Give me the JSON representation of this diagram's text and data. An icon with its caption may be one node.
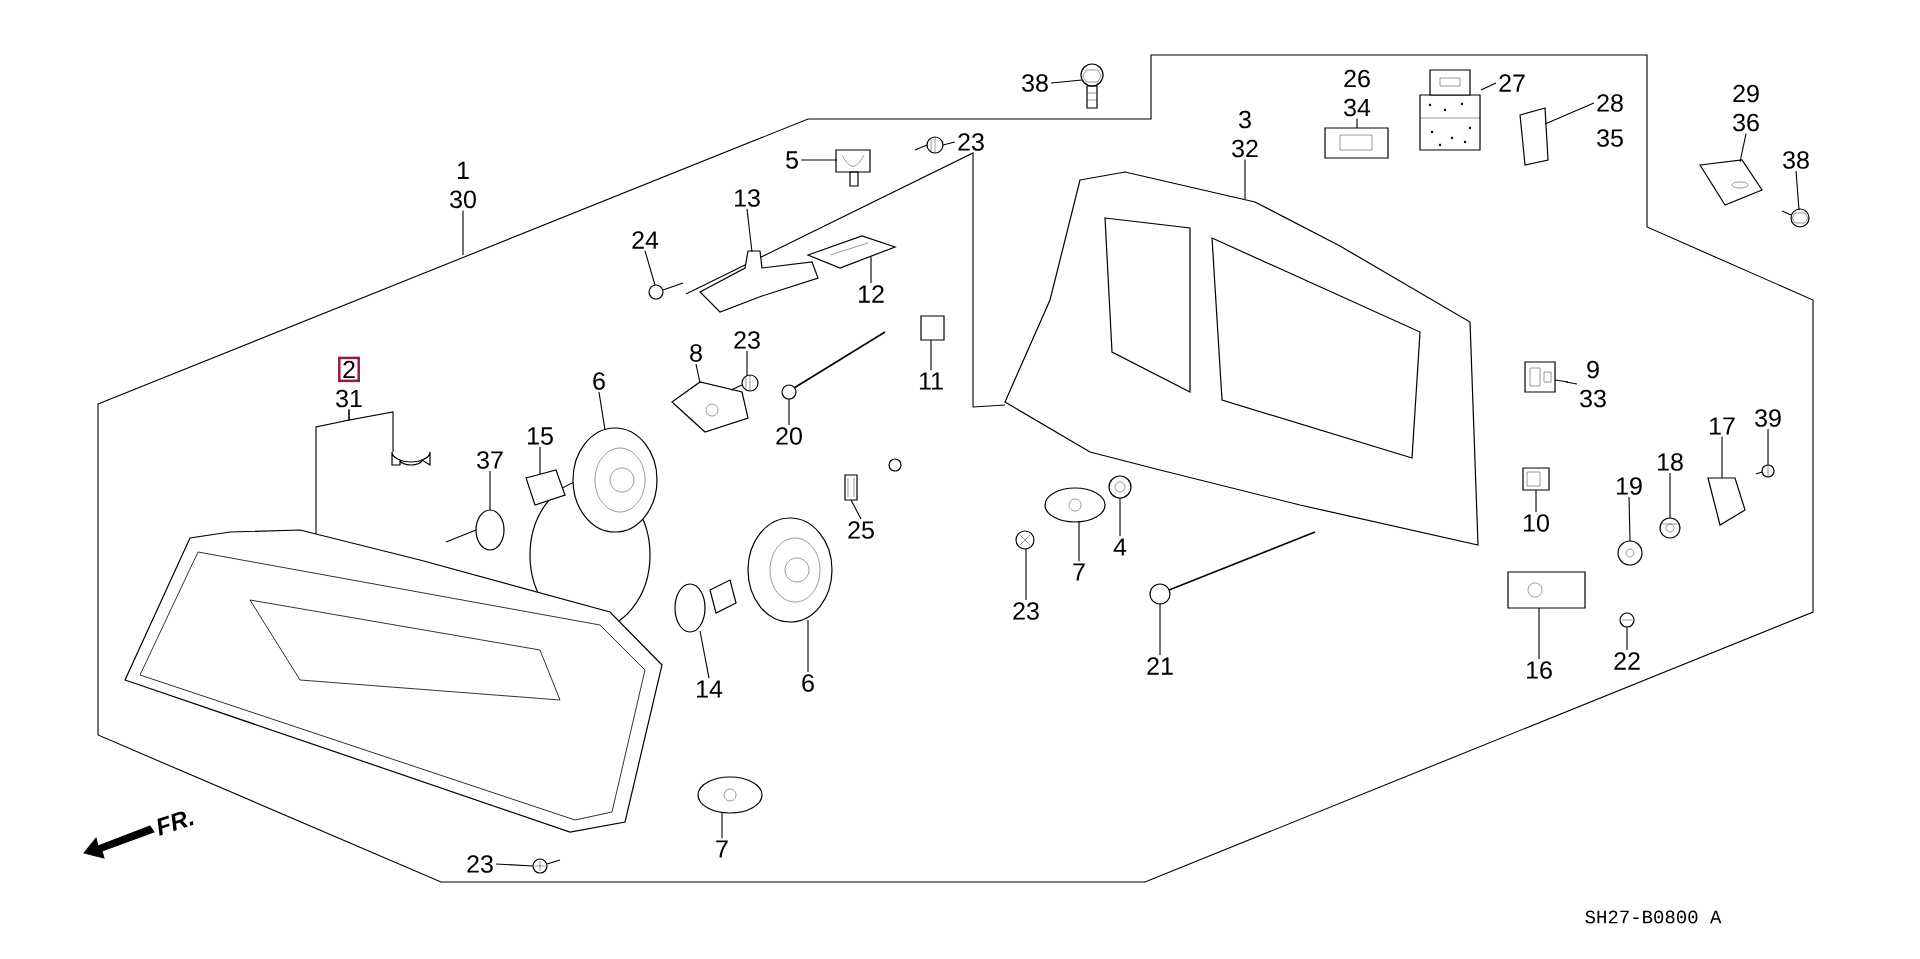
{
  "diagram": {
    "nodes": [
      {
        "text": [
          "38"
        ]
      },
      {
        "text": [
          "26",
          "34"
        ]
      },
      {
        "text": [
          "27"
        ]
      },
      {
        "text": [
          "28"
        ]
      },
      {
        "text": [
          "29",
          "36"
        ]
      },
      {
        "text": [
          "3",
          "32"
        ]
      },
      {
        "text": [
          "5"
        ]
      },
      {
        "text": [
          "23"
        ]
      },
      {
        "text": [
          "38"
        ]
      },
      {
        "text": [
          "1",
          "30"
        ]
      },
      {
        "text": [
          "13"
        ]
      },
      {
        "text": [
          "24"
        ]
      },
      {
        "text": [
          "12"
        ]
      },
      {
        "text": [
          "2",
          "31"
        ]
      },
      {
        "text": [
          "8"
        ]
      },
      {
        "text": [
          "23"
        ]
      },
      {
        "text": [
          "6"
        ]
      },
      {
        "text": [
          "11"
        ]
      },
      {
        "text": [
          "9",
          "33"
        ]
      },
      {
        "text": [
          "20"
        ]
      },
      {
        "text": [
          "15"
        ]
      },
      {
        "text": [
          "17"
        ]
      },
      {
        "text": [
          "39"
        ]
      },
      {
        "text": [
          "37"
        ]
      },
      {
        "text": [
          "18"
        ]
      },
      {
        "text": [
          "19"
        ]
      },
      {
        "text": [
          "10"
        ]
      },
      {
        "text": [
          "25"
        ]
      },
      {
        "text": [
          "4"
        ]
      },
      {
        "text": [
          "7"
        ]
      },
      {
        "text": [
          "23"
        ]
      },
      {
        "text": [
          "22"
        ]
      },
      {
        "text": [
          "21"
        ]
      },
      {
        "text": [
          "16"
        ]
      },
      {
        "text": [
          "6"
        ]
      },
      {
        "text": [
          "14"
        ]
      },
      {
        "text": [
          "7"
        ]
      },
      {
        "text": [
          "23"
        ]
      },
      {
        "text": [],
        "shape": "picture"
      },
      {
        "text": [],
        "shape": "picture"
      },
      {
        "text": [],
        "shape": "picture"
      },
      {
        "text": [],
        "shape": "picture"
      },
      {
        "text": [],
        "shape": "picture"
      },
      {
        "text": [],
        "shape": "picture"
      },
      {
        "text": [],
        "shape": "picture"
      },
      {
        "text": [],
        "shape": "picture"
      },
      {
        "text": [],
        "shape": "picture"
      },
      {
        "text": [],
        "shape": "picture"
      },
      {
        "text": [],
        "shape": "picture"
      },
      {
        "text": [],
        "shape": "picture"
      },
      {
        "text": [],
        "shape": "picture"
      },
      {
        "text": [],
        "shape": "picture"
      },
      {
        "text": [],
        "shape": "picture"
      },
      {
        "text": [],
        "shape": "picture"
      },
      {
        "text": [],
        "shape": "picture"
      },
      {
        "text": [],
        "shape": "picture"
      },
      {
        "text": [],
        "shape": "picture"
      },
      {
        "text": [],
        "shape": "picture"
      },
      {
        "text": [],
        "shape": "picture"
      },
      {
        "text": [],
        "shape": "picture"
      },
      {
        "text": [],
        "shape": "picture"
      },
      {
        "text": [],
        "shape": "picture"
      },
      {
        "text": [],
        "shape": "picture"
      },
      {
        "text": [],
        "shape": "picture"
      },
      {
        "text": [],
        "shape": "picture"
      },
      {
        "text": [],
        "shape": "picture"
      },
      {
        "text": [],
        "shape": "picture"
      },
      {
        "text": [],
        "shape": "picture"
      },
      {
        "text": [],
        "shape": "picture"
      },
      {
        "text": [],
        "shape": "picture"
      },
      {
        "text": [],
        "shape": "picture"
      },
      {
        "text": [],
        "shape": "picture"
      },
      {
        "text": [],
        "shape": "picture"
      },
      {
        "text": [],
        "shape": "picture"
      },
      {
        "text": [],
        "shape": "picture"
      },
      {
        "text": [],
        "shape": "picture"
      }
    ],
    "edges": [
      {
        "from": 0,
        "to": 38,
        "arrow": "none"
      },
      {
        "from": 1,
        "to": 39,
        "arrow": "none"
      },
      {
        "from": 2,
        "to": 40,
        "arrow": "none"
      },
      {
        "from": 3,
        "to": 41,
        "arrow": "none"
      },
      {
        "from": 4,
        "to": 42,
        "arrow": "none"
      },
      {
        "from": 5,
        "to": 43,
        "arrow": "none"
      },
      {
        "from": 6,
        "to": 44,
        "arrow": "none"
      },
      {
        "from": 7,
        "to": 45,
        "arrow": "none"
      },
      {
        "from": 8,
        "to": 46,
        "arrow": "none"
      },
      {
        "from": 9,
        "to": null,
        "arrow": "none"
      },
      {
        "from": 10,
        "to": 47,
        "arrow": "none"
      },
      {
        "from": 11,
        "to": 48,
        "arrow": "none"
      },
      {
        "from": 12,
        "to": 49,
        "arrow": "none"
      },
      {
        "from": 13,
        "to": 50,
        "arrow": "none"
      },
      {
        "from": 13,
        "to": 51,
        "arrow": "none"
      },
      {
        "from": 14,
        "to": 52,
        "arrow": "none"
      },
      {
        "from": 15,
        "to": 53,
        "arrow": "none"
      },
      {
        "from": 16,
        "to": 54,
        "arrow": "none"
      },
      {
        "from": 17,
        "to": 55,
        "arrow": "none"
      },
      {
        "from": 18,
        "to": 56,
        "arrow": "none"
      },
      {
        "from": 19,
        "to": 57,
        "arrow": "none"
      },
      {
        "from": 20,
        "to": 58,
        "arrow": "none"
      },
      {
        "from": 21,
        "to": 59,
        "arrow": "none"
      },
      {
        "from": 22,
        "to": 60,
        "arrow": "none"
      },
      {
        "from": 23,
        "to": 61,
        "arrow": "none"
      },
      {
        "from": 24,
        "to": 62,
        "arrow": "none"
      },
      {
        "from": 25,
        "to": 63,
        "arrow": "none"
      },
      {
        "from": 26,
        "to": 64,
        "arrow": "none"
      },
      {
        "from": 27,
        "to": 65,
        "arrow": "none"
      },
      {
        "from": 28,
        "to": 66,
        "arrow": "none"
      },
      {
        "from": 29,
        "to": 67,
        "arrow": "none"
      },
      {
        "from": 30,
        "to": 68,
        "arrow": "none"
      },
      {
        "from": 31,
        "to": 69,
        "arrow": "none"
      },
      {
        "from": 32,
        "to": 70,
        "arrow": "none"
      },
      {
        "from": 33,
        "to": 71,
        "arrow": "none"
      },
      {
        "from": 34,
        "to": 72,
        "arrow": "none"
      },
      {
        "from": 35,
        "to": 73,
        "arrow": "none"
      },
      {
        "from": 36,
        "to": 74,
        "arrow": "none"
      },
      {
        "from": 37,
        "to": 75,
        "arrow": "none"
      }
    ],
    "labels": [
      "35",
      "FR.",
      "SH27-B0800 A"
    ]
  }
}
